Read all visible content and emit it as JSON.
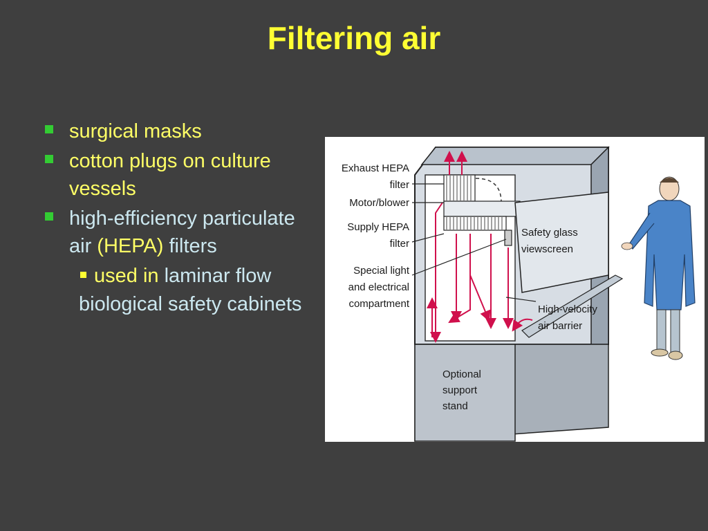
{
  "slide": {
    "title": "Filtering air"
  },
  "bullets": {
    "item1": "surgical masks",
    "item2": "cotton plugs on culture vessels",
    "item3_part1": "high-efficiency particulate air ",
    "item3_part2": "(HEPA)",
    "item3_part3": " filters",
    "sub1_part1": "used in",
    "sub1_part2": " laminar flow biological safety cabinets"
  },
  "figure": {
    "labels": {
      "exhaust_line1": "Exhaust HEPA",
      "exhaust_line2": "filter",
      "motor": "Motor/blower",
      "supply_line1": "Supply HEPA",
      "supply_line2": "filter",
      "special_line1": "Special light",
      "special_line2": "and electrical",
      "special_line3": "compartment",
      "glass_line1": "Safety glass",
      "glass_line2": "viewscreen",
      "barrier_line1": "High-velocity",
      "barrier_line2": "air barrier",
      "stand_line1": "Optional",
      "stand_line2": "support",
      "stand_line3": "stand"
    }
  },
  "colors": {
    "background": "#3f3f3f",
    "title": "#ffff33",
    "bullet_marker": "#33cc33",
    "highlight_text": "#ffff66",
    "body_text": "#cce8f0",
    "airflow": "#d0104c"
  }
}
